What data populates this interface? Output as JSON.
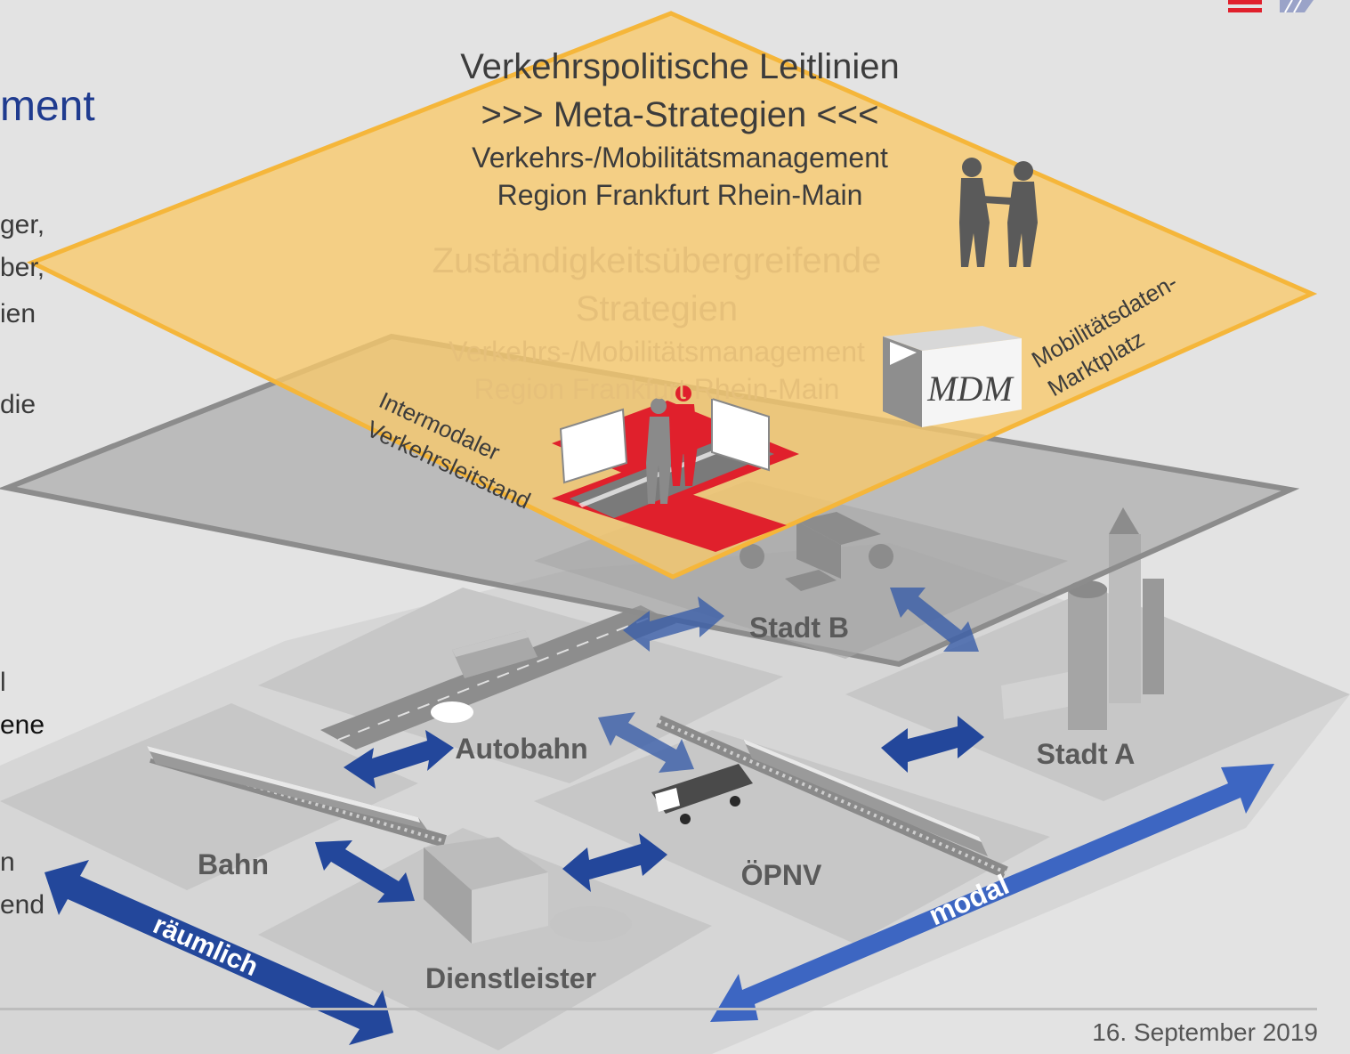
{
  "header": {
    "title_fragment": "ment",
    "title_color": "#1f3b8f",
    "logo_icons": [
      "flag-icon",
      "stripes-logo-icon"
    ]
  },
  "left_text_fragments": [
    "ger,",
    "ber,",
    "ien",
    "die",
    "l",
    "ene",
    "n",
    "end"
  ],
  "top_layer": {
    "line1": "Verkehrspolitische Leitlinien",
    "line2": ">>> Meta-Strategien <<<",
    "line3": "Verkehrs-/Mobilitätsmanagement",
    "line4": "Region Frankfurt Rhein-Main",
    "color": "#f9c96a"
  },
  "middle_layer": {
    "line1": "Zuständigkeitsübergreifende",
    "line2": "Strategien",
    "line3": "Verkehrs-/Mobilitätsmanagement",
    "line4": "Region Frankfurt Rhein-Main"
  },
  "labels": {
    "leitstand": [
      "Intermodaler",
      "Verkehrsleitstand"
    ],
    "marktplatz": [
      "Mobilitätsdaten-",
      "Marktplatz"
    ],
    "mdm_logo": "MDM"
  },
  "zones": {
    "stadt_b": "Stadt B",
    "stadt_a": "Stadt A",
    "autobahn": "Autobahn",
    "bahn": "Bahn",
    "oepnv": "ÖPNV",
    "dienstleister": "Dienstleister"
  },
  "axes": {
    "spatial": "räumlich",
    "modal": "modal"
  },
  "footer": {
    "date": "16. September 2019"
  },
  "colors": {
    "arrow_dark": "#23479b",
    "arrow_light": "#3d66c2",
    "red": "#e0202c",
    "ground": "#c8c8c8"
  }
}
